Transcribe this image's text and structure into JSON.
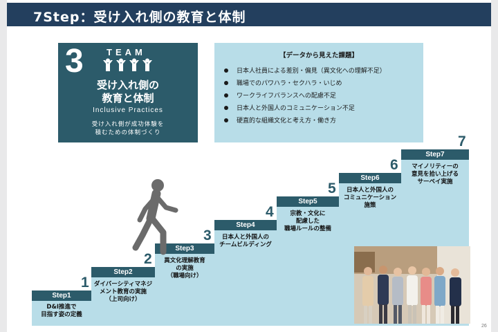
{
  "title": "7Step：受け入れ側の教育と体制",
  "team_box": {
    "number": "3",
    "label": "TEAM",
    "heading_line1": "受け入れ側の",
    "heading_line2": "教育と体制",
    "english": "Inclusive Practices",
    "sub_line1": "受け入れ側が成功体験を",
    "sub_line2": "積むための体制づくり"
  },
  "issues": {
    "title": "【データから見えた課題】",
    "items": [
      "日本人社員による差別・偏見（異文化への理解不足）",
      "職場でのパワハラ・セクハラ・いじめ",
      "ワークライフバランスへの配慮不足",
      "日本人と外国人のコミュニケーション不足",
      "硬直的な組織文化と考え方・働き方"
    ]
  },
  "steps": [
    {
      "label": "Step1",
      "number": "1",
      "desc_line1": "D&I推進で",
      "desc_line2": "目指す姿の定義",
      "desc_line3": ""
    },
    {
      "label": "Step2",
      "number": "2",
      "desc_line1": "ダイバーシティマネジ",
      "desc_line2": "メント教育の実施",
      "desc_line3": "（上司向け）"
    },
    {
      "label": "Step3",
      "number": "3",
      "desc_line1": "異文化理解教育",
      "desc_line2": "の実施",
      "desc_line3": "（職場向け）"
    },
    {
      "label": "Step4",
      "number": "4",
      "desc_line1": "日本人と外国人の",
      "desc_line2": "チームビルディング",
      "desc_line3": ""
    },
    {
      "label": "Step5",
      "number": "5",
      "desc_line1": "宗教・文化に",
      "desc_line2": "配慮した",
      "desc_line3": "職場ルールの整備"
    },
    {
      "label": "Step6",
      "number": "6",
      "desc_line1": "日本人と外国人の",
      "desc_line2": "コミュニケーション",
      "desc_line3": "施策"
    },
    {
      "label": "Step7",
      "number": "7",
      "desc_line1": "マイノリティーの",
      "desc_line2": "意見を拾い上げる",
      "desc_line3": "サーベイ実施"
    }
  ],
  "page_number": "26",
  "colors": {
    "title_bar": "#233f5e",
    "dark_teal": "#2c5b6a",
    "light_blue": "#b8dde8",
    "runner": "#6b6b6b"
  }
}
